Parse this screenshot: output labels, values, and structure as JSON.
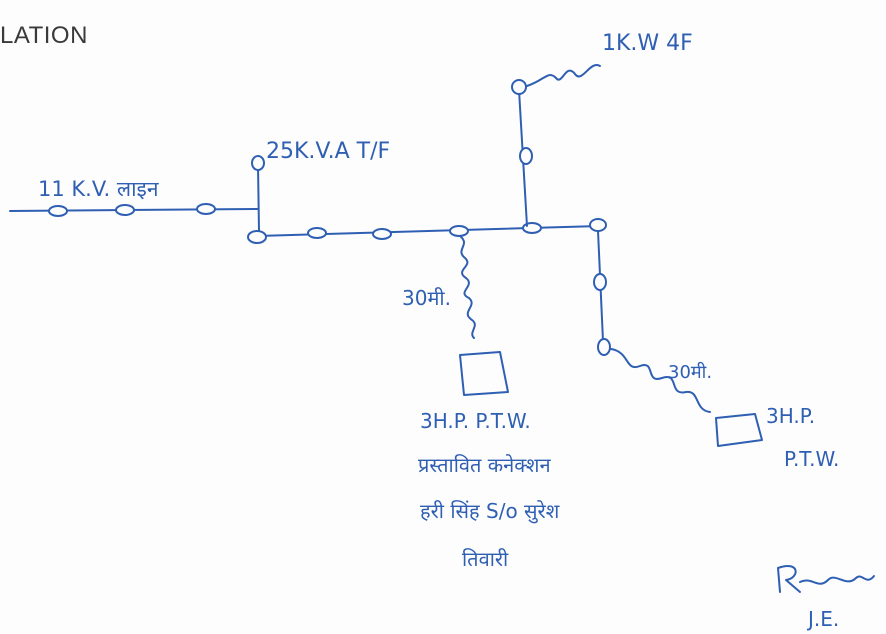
{
  "header": {
    "title_fragment": "LATION"
  },
  "labels": {
    "line_11kv": "11 K.V. लाइन",
    "transformer_25kva": "25K.V.A T/F",
    "transformer_1kw": "1K.W 4F",
    "cable_30m_a": "30मी.",
    "cable_30m_b": "30मी.",
    "motor_left": "3H.P. P.T.W.",
    "motor_right_line1": "3H.P.",
    "motor_right_line2": "P.T.W.",
    "proposed_line1": "प्रस्तावित कनेक्शन",
    "proposed_line2": "हरी सिंह S/o सुरेश",
    "proposed_line3": "तिवारी"
  },
  "signature": {
    "name": "R",
    "title": "J.E."
  },
  "colors": {
    "ink": "#2f5fb3",
    "paper": "#fdfdfd",
    "print": "#3a3a3a"
  }
}
